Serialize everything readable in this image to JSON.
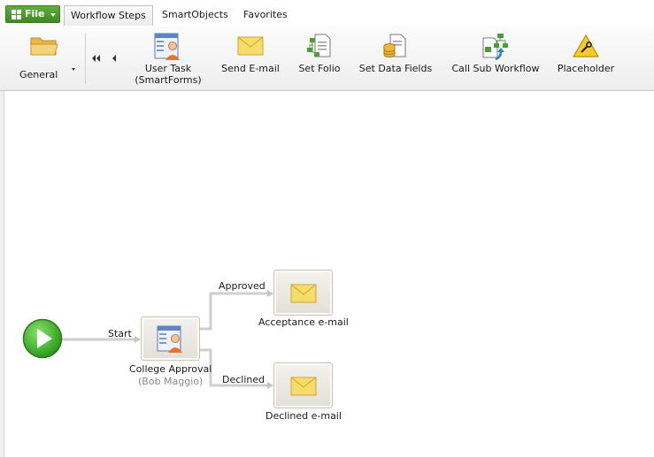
{
  "tabs": {
    "file_label": "File",
    "items": [
      {
        "label": "Workflow Steps",
        "active": true
      },
      {
        "label": "SmartObjects",
        "active": false
      },
      {
        "label": "Favorites",
        "active": false
      }
    ]
  },
  "ribbon": {
    "general_label": "General",
    "buttons": {
      "user_task_line1": "User Task",
      "user_task_line2": "(SmartForms)",
      "send_email": "Send E-mail",
      "set_folio": "Set Folio",
      "set_data_fields": "Set Data Fields",
      "call_sub_workflow": "Call Sub Workflow",
      "placeholder": "Placeholder"
    }
  },
  "workflow": {
    "start_line_label": "Start",
    "approval_step_name": "College Approval",
    "approval_step_user": "(Bob Maggio)",
    "approved_line_label": "Approved",
    "declined_line_label": "Declined",
    "acceptance_step_name": "Acceptance e-mail",
    "declined_step_name": "Declined e-mail"
  },
  "colors": {
    "file_button": "#4e9c2f",
    "start_node": "#4cb23a",
    "envelope": "#f5dc63",
    "connector": "#cfcfcf"
  }
}
